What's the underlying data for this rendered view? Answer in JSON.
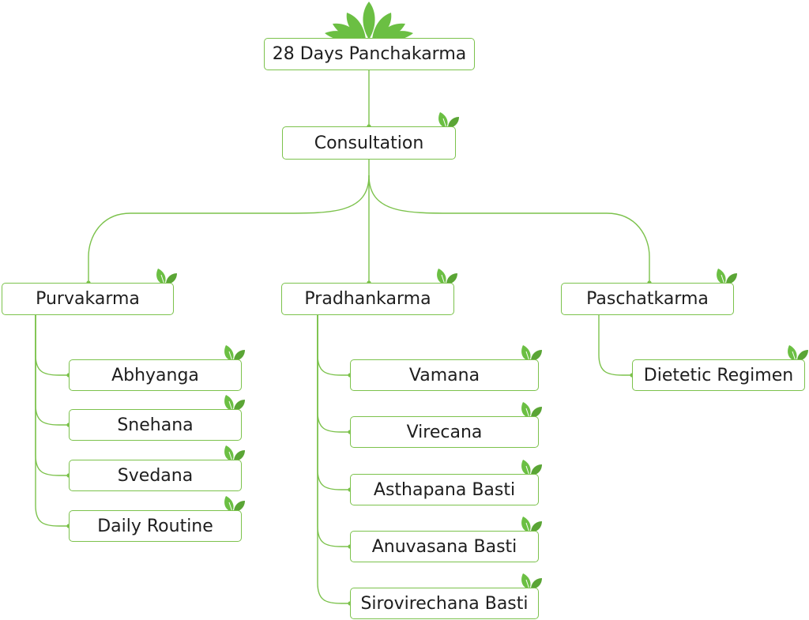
{
  "diagram": {
    "root": "28 Days Panchakarma",
    "consultation": "Consultation",
    "phases": [
      {
        "label": "Purvakarma",
        "steps": [
          "Abhyanga",
          "Snehana",
          "Svedana",
          "Daily Routine"
        ]
      },
      {
        "label": "Pradhankarma",
        "steps": [
          "Vamana",
          "Virecana",
          "Asthapana Basti",
          "Anuvasana Basti",
          "Sirovirechana Basti"
        ]
      },
      {
        "label": "Paschatkarma",
        "steps": [
          "Dietetic Regimen"
        ]
      }
    ]
  },
  "colors": {
    "accent": "#7cc24c",
    "leaf_dark": "#5aa535",
    "text": "#1e1e1e"
  },
  "icons": {
    "top": "leaves-crown-icon",
    "badge": "leaf-pair-icon"
  }
}
